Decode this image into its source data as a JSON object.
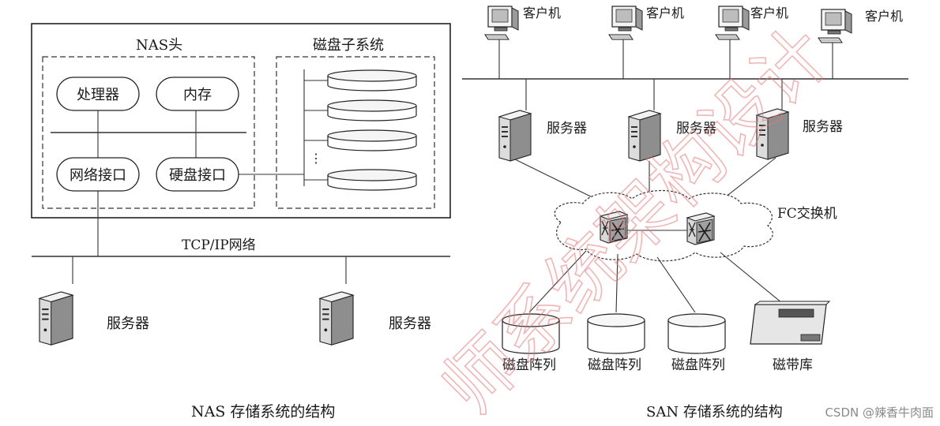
{
  "nas": {
    "head_label": "NAS头",
    "disk_subsystem_label": "磁盘子系统",
    "processor": "处理器",
    "memory": "内存",
    "network_interface": "网络接口",
    "disk_interface": "硬盘接口",
    "network_label": "TCP/IP网络",
    "server_left": "服务器",
    "server_right": "服务器",
    "caption": "NAS 存储系统的结构"
  },
  "san": {
    "clients": [
      "客户机",
      "客户机",
      "客户机",
      "客户机"
    ],
    "servers": [
      "服务器",
      "服务器",
      "服务器"
    ],
    "fc_switch_label": "FC交换机",
    "storage": [
      "磁盘阵列",
      "磁盘阵列",
      "磁盘阵列",
      "磁带库"
    ],
    "caption": "SAN 存储系统的结构"
  },
  "watermark_text": "师系统架构设计",
  "footer": "CSDN @辣香牛肉面"
}
